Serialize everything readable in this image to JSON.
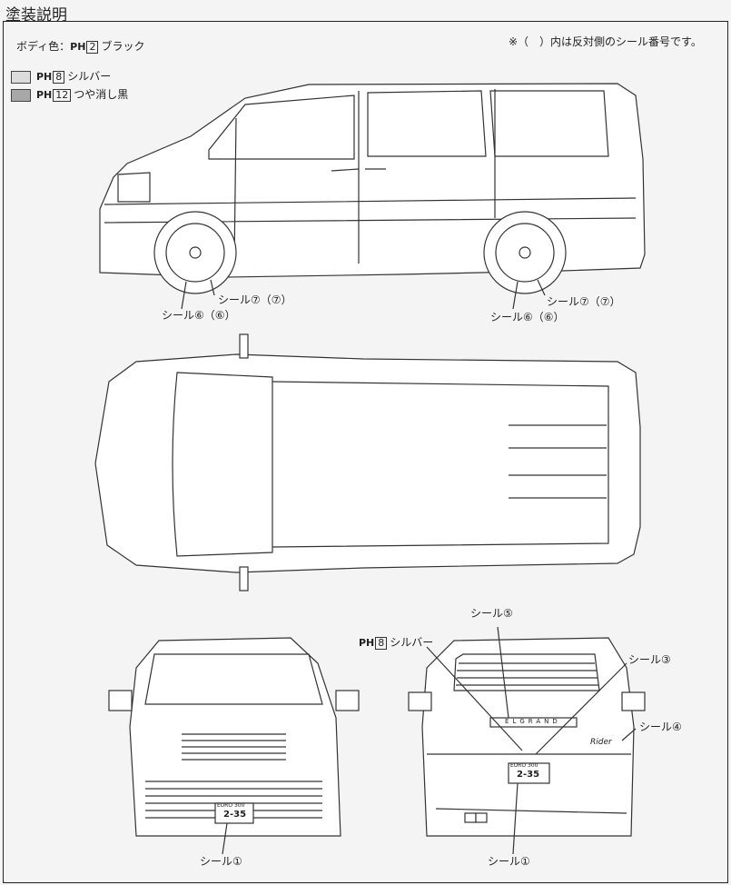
{
  "title": "塗装説明",
  "note": "※（　）内は反対側のシール番号です。",
  "body_color": {
    "label": "ボディ色：",
    "ph": "PH",
    "num": "2",
    "name": "ブラック"
  },
  "legend": [
    {
      "ph": "PH",
      "num": "8",
      "name": "シルバー",
      "color": "#dcdcdc"
    },
    {
      "ph": "PH",
      "num": "12",
      "name": "つや消し黒",
      "color": "#a8a8a8"
    }
  ],
  "side_view": {
    "front_wheel_labels": [
      "シール⑦（⑦）",
      "シール⑥（⑥）"
    ],
    "rear_wheel_labels": [
      "シール⑦（⑦）",
      "シール⑥（⑥）"
    ]
  },
  "front_view": {
    "plate_top": "EURO 300",
    "plate_num": "2-35",
    "label": "シール①"
  },
  "rear_view": {
    "plate_top": "EURO 300",
    "plate_num": "2-35",
    "emblem": "ELGRAND",
    "badge": "Rider",
    "labels": {
      "seal5": "シール⑤",
      "silver": {
        "ph": "PH",
        "num": "8",
        "name": "シルバー"
      },
      "seal3": "シール③",
      "seal4": "シール④",
      "seal1": "シール①"
    }
  }
}
